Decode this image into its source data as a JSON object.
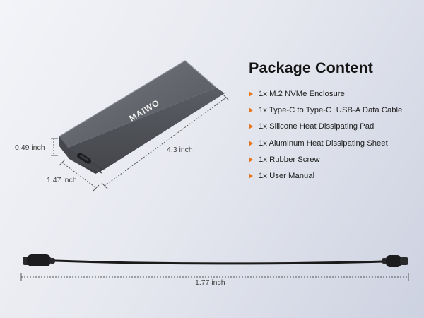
{
  "brand": "MAIWO",
  "package": {
    "title": "Package Content",
    "items": [
      "1x M.2 NVMe Enclosure",
      "1x Type-C to Type-C+USB-A Data Cable",
      "1x Silicone Heat Dissipating Pad",
      "1x Aluminum Heat Dissipating Sheet",
      "1x Rubber Screw",
      "1x User Manual"
    ]
  },
  "dimensions": {
    "height": "0.49 inch",
    "width": "1.47 inch",
    "length": "4.3 inch",
    "cable": "1.77 inch"
  },
  "colors": {
    "bullet": "#e8741c",
    "enclosure": "#5e6168",
    "cable": "#1a1a1a"
  }
}
